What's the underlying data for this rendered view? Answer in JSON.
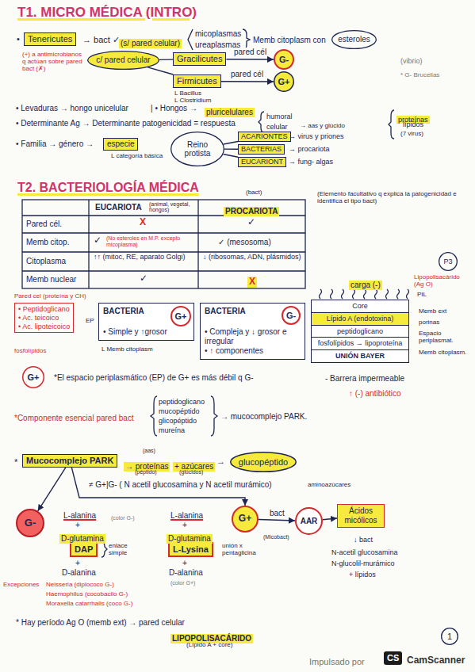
{
  "diagram": {
    "title": "T1. MICRO MÉDICA (INTRO)",
    "nodes": [
      {
        "text": [
          "Tenericutes"
        ]
      },
      {
        "text": [
          "esteroles"
        ]
      },
      {
        "text": [
          "c/ pared celular"
        ]
      },
      {
        "text": [
          "Gracilicutes"
        ]
      },
      {
        "text": [
          "Firmicutes"
        ]
      },
      {
        "text": [
          "G-"
        ]
      },
      {
        "text": [
          "G+"
        ]
      },
      {
        "text": [
          "especie"
        ]
      },
      {
        "text": [
          "Reino protista"
        ]
      },
      {
        "text": [
          "ACARIONTES"
        ]
      },
      {
        "text": [
          "BACTERIAS"
        ]
      },
      {
        "text": [
          "EUCARIONT"
        ]
      },
      {
        "text": [
          "P3"
        ]
      },
      {
        "text": [
          "Core",
          "Lípido A (endotoxina)",
          "peptidoglicano",
          "fosfolípidos → lipoproteína",
          "UNIÓN BAYER"
        ]
      },
      {
        "text": [
          "• Peptidoglicano",
          "• Ac. teicoico",
          "• Ac. lipoteicoico"
        ]
      },
      {
        "text": [
          "BACTERIA",
          "• Simple y ↑grosor"
        ]
      },
      {
        "text": [
          "G+"
        ],
        "in": 15
      },
      {
        "text": [
          "BACTERIA",
          "• Compleja y ↓ grosor e irregular",
          "• ↑ componentes"
        ]
      },
      {
        "text": [
          "G-"
        ],
        "in": 17
      },
      {
        "text": [
          "G+"
        ]
      },
      {
        "text": [
          "Mucocomplejo PARK"
        ]
      },
      {
        "text": [
          "glucopéptido"
        ]
      },
      {
        "text": [
          "G-"
        ]
      },
      {
        "text": [
          "DAP"
        ]
      },
      {
        "text": [
          "G+"
        ]
      },
      {
        "text": [
          "L-Lysina"
        ]
      },
      {
        "text": [
          "AAR"
        ]
      },
      {
        "text": [
          "Ácidos micólicos"
        ]
      },
      {
        "text": [
          "1"
        ]
      },
      {
        "text": [
          "CS"
        ]
      }
    ],
    "edges": [
      {
        "from": 2,
        "to": 3,
        "arrow": "none"
      },
      {
        "from": 2,
        "to": 4,
        "arrow": "none"
      },
      {
        "from": 3,
        "to": 5,
        "label": "pared cél",
        "arrow": "to"
      },
      {
        "from": 4,
        "to": 6,
        "label": "pared cél",
        "arrow": "to"
      },
      {
        "from": 8,
        "to": 9,
        "arrow": "none"
      },
      {
        "from": 8,
        "to": 10,
        "arrow": "none"
      },
      {
        "from": 8,
        "to": 11,
        "arrow": "none"
      },
      {
        "from": 20,
        "to": 22,
        "arrow": "to"
      },
      {
        "from": 20,
        "to": 24,
        "arrow": "to"
      },
      {
        "from": 24,
        "to": 26,
        "label": "bact",
        "arrow": "to"
      },
      {
        "from": 26,
        "to": 27,
        "arrow": "to"
      }
    ],
    "labels": [
      "T2. BACTERIOLOGÍA MÉDICA",
      "•",
      "→ bact ✓",
      "(s/ pared celular)",
      "micoplasmas",
      "ureaplasmas",
      "Memb citoplasm con",
      "(+) a antimicrobianos q actúan sobre pared bact (✗)",
      "L Bacillus",
      "L Clostridium",
      "(vibrio)",
      "* G- Brucellas",
      "• Levaduras → hongo unicelular",
      "| • Hongos →",
      "pluricelulares",
      "• Determinante Ag → Determinante patogenicidad = respuesta",
      "humoral",
      "celular",
      "→ aas y glúcido",
      "proteínas",
      "lípidos",
      "(7 virus)",
      "• Familia → género →",
      "L categoría básica",
      "→ virus y priones",
      "→ procariota",
      "→ fung- algas",
      "(bact)",
      "(Elemento facultativo q explica la patogenicidad e identifica el tipo bact)",
      "EUCARIOTA",
      "(animal, vegetal, hongos)",
      "PROCARIOTA",
      "Pared cél.",
      "X",
      "✓",
      "Memb citop.",
      "✓",
      "(No esteroles en M.P. excepto micoplasma)",
      "✓ (mesosoma)",
      "Citoplasma",
      "↑↑ (mitoc, RE, aparato Golgi)",
      "↓ (ribosomas, ADN, plásmidos)",
      "Memb nuclear",
      "✓",
      "X",
      "carga (-)",
      "Lipopolisacárido (Ag O)",
      "PIL",
      "Memb ext",
      "porinas",
      "Espacio periplasmat.",
      "Memb citoplasm.",
      "- Barrera impermeable",
      "↑ (-) antibiótico",
      "Pared cel (proteína y CH)",
      "EP",
      "L Memb citoplasm",
      "fosfolípidos",
      "*El espacio periplasmático (EP) de G+ es más débil q G-",
      "*Componente esencial pared bact",
      "peptidoglicano",
      "mucopéptido",
      "glicopéptido",
      "mureína",
      "→ mucocomplejo PARK.",
      "*",
      "→ proteínas",
      "(aas)",
      "(péptido)",
      "+ azúcares",
      "(glúcidos)",
      "→",
      "≠ G+|G- ( N acetil glucosamina y N acetil murámico)",
      "aminoazúcares",
      "L-alanina",
      "+",
      "D-glutamina",
      "enlace simple",
      "+",
      "D-alanina",
      "(color G-)",
      "Excepciones",
      "Neisseria (diplococo G-)",
      "Haemophilus (cocobacilo G-)",
      "Moraxella catarrhalis (coco G-)",
      "L-alanina",
      "+",
      "D-glutamina",
      "unión x pentaglicina",
      "+",
      "D-alanina",
      "(color G+)",
      "(Micobact)",
      "↓ bact",
      "N-acetil glucosamina",
      "N-glucolil-murámico",
      "+ lípidos",
      "* Hay período Ag O (memb ext) → pared celular",
      "LIPOPOLISACÁRIDO",
      "(Lípido A + core)",
      "Impulsado por",
      "CamScanner"
    ]
  }
}
